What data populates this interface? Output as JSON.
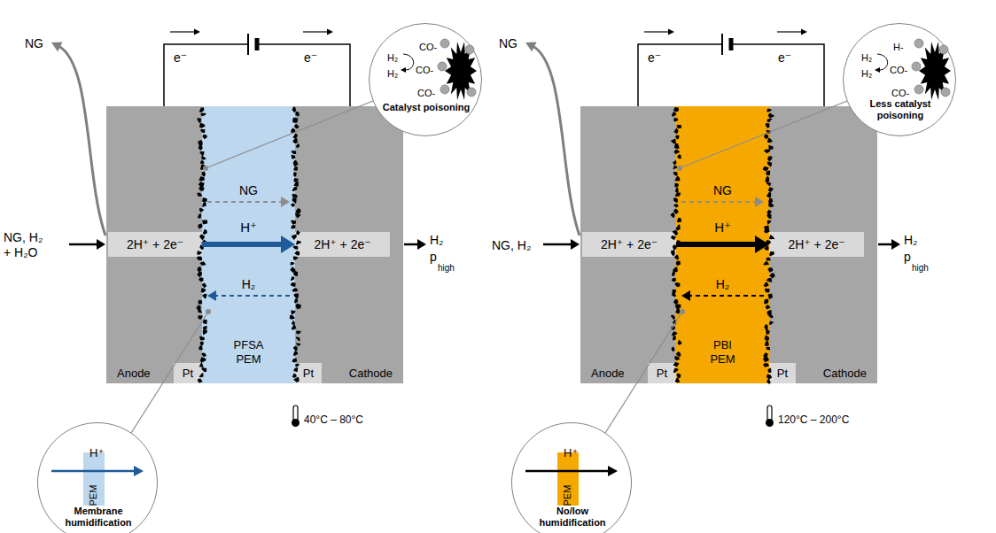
{
  "diagram": {
    "nodes": [
      {
        "text": [
          "Anode",
          "Cathode"
        ]
      },
      {
        "text": [
          "PFSA PEM"
        ],
        "in": 0
      },
      {
        "text": [
          "2H⁺ + 2e⁻"
        ],
        "in": 0
      },
      {
        "text": [
          "2H⁺ + 2e⁻"
        ],
        "in": 0
      },
      {
        "text": [
          "Pt"
        ],
        "in": 0
      },
      {
        "text": [
          "Pt"
        ],
        "in": 0
      },
      {
        "text": [
          "CO-",
          "CO-",
          "CO-",
          "H₂",
          "H₂",
          "Catalyst poisoning"
        ]
      },
      {
        "text": [
          "H⁺",
          "Membrane humidification"
        ]
      },
      {
        "text": [
          "PEM"
        ],
        "in": 7
      },
      {
        "text": [
          "Anode",
          "Cathode"
        ]
      },
      {
        "text": [
          "PBI PEM"
        ],
        "in": 9
      },
      {
        "text": [
          "2H⁺ + 2e⁻"
        ],
        "in": 9
      },
      {
        "text": [
          "2H⁺ + 2e⁻"
        ],
        "in": 9
      },
      {
        "text": [
          "Pt"
        ],
        "in": 9
      },
      {
        "text": [
          "Pt"
        ],
        "in": 9
      },
      {
        "text": [
          "H-",
          "CO-",
          "CO-",
          "H₂",
          "H₂",
          "Less catalyst poisoning"
        ]
      },
      {
        "text": [
          "H⁺",
          "No/low humidification"
        ]
      },
      {
        "text": [
          "PEM"
        ],
        "in": 16
      }
    ],
    "edges": [
      {
        "from": 2,
        "to": 3,
        "label": "H⁺",
        "arrow": "to"
      },
      {
        "from": 11,
        "to": 12,
        "label": "H⁺",
        "arrow": "to"
      }
    ],
    "labels": [
      "NG",
      "NG, H₂ + H₂O",
      "e⁻",
      "e⁻",
      "NG",
      "H₂",
      "H₂",
      "p",
      "high",
      "40°C – 80°C",
      "NG",
      "NG, H₂",
      "e⁻",
      "e⁻",
      "NG",
      "H₂",
      "H₂",
      "p",
      "high",
      "120°C – 200°C"
    ]
  }
}
